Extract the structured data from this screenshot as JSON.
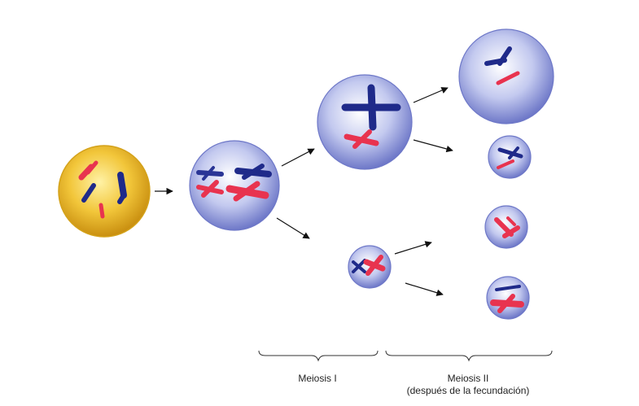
{
  "labels": {
    "meiosis_1": "Meiosis I",
    "meiosis_2_line1": "Meiosis II",
    "meiosis_2_line2": "(después de la fecundación)"
  },
  "colors": {
    "oocyte_fill": "#f2c63a",
    "cell_fill": "#c3c9ef",
    "cell_edge": "#6e78c8",
    "blue_chromosome": "#1f2a8a",
    "red_chromosome": "#e8334f",
    "arrow": "#111111"
  }
}
